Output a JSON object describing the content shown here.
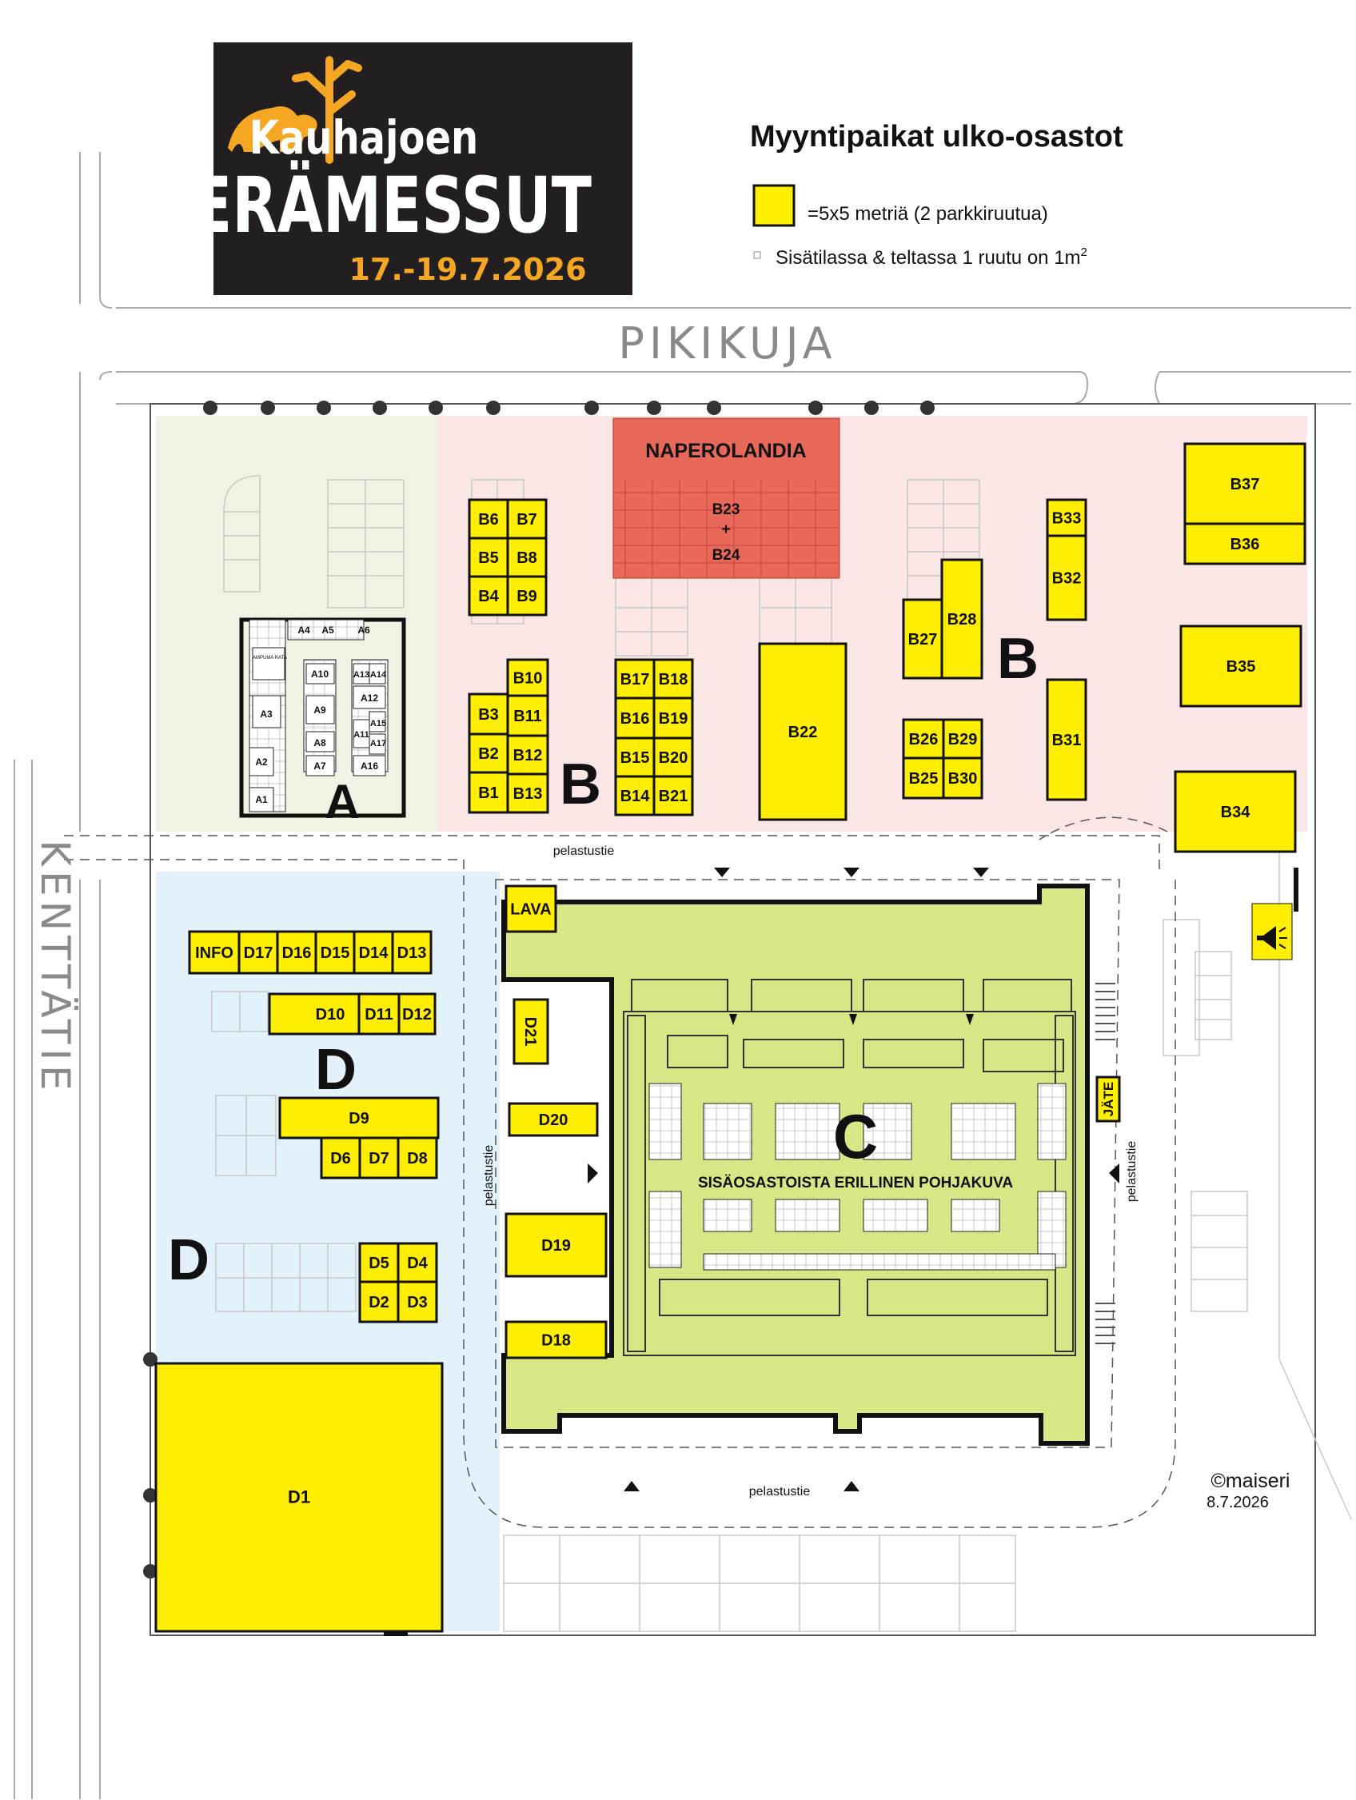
{
  "logo": {
    "line1": "Kauhajoen",
    "line2": "ERÄMESSUT",
    "dates": "17.-19.7.2026",
    "colors": {
      "bg": "#231f20",
      "text": "#ffffff",
      "accent": "#f5a623"
    }
  },
  "legend": {
    "title": "Myyntipaikat ulko-osastot",
    "big_square": "=5x5 metriä (2 parkkiruutua)",
    "small_square": "Sisätilassa & teltassa 1 ruutu on 1m",
    "small_square_sup": "2"
  },
  "roads": {
    "north": "PIKIKUJA",
    "west": "KENTTÄTIE"
  },
  "paths": {
    "top": "pelastustie",
    "left": "pelastustie",
    "right": "pelastustie",
    "bottom": "pelastustie"
  },
  "zones": {
    "A": "A",
    "B1": "B",
    "B2": "B",
    "C": "C",
    "D1": "D",
    "D2": "D",
    "naperolandia": "NAPEROLANDIA",
    "c_note": "SISÄOSASTOISTA ERILLINEN POHJAKUVA"
  },
  "stands": {
    "B6": "B6",
    "B7": "B7",
    "B5": "B5",
    "B8": "B8",
    "B4": "B4",
    "B9": "B9",
    "B10": "B10",
    "B3": "B3",
    "B11": "B11",
    "B2": "B2",
    "B12": "B12",
    "B1": "B1",
    "B13": "B13",
    "B17": "B17",
    "B18": "B18",
    "B16": "B16",
    "B19": "B19",
    "B15": "B15",
    "B20": "B20",
    "B14": "B14",
    "B21": "B21",
    "B22": "B22",
    "B23": "B23",
    "B23plus": "+",
    "B24": "B24",
    "B27": "B27",
    "B28": "B28",
    "B26": "B26",
    "B29": "B29",
    "B25": "B25",
    "B30": "B30",
    "B33": "B33",
    "B32": "B32",
    "B31": "B31",
    "B37": "B37",
    "B36": "B36",
    "B35": "B35",
    "B34": "B34",
    "INFO": "INFO",
    "D17": "D17",
    "D16": "D16",
    "D15": "D15",
    "D14": "D14",
    "D13": "D13",
    "D10": "D10",
    "D11": "D11",
    "D12": "D12",
    "D9": "D9",
    "D6": "D6",
    "D7": "D7",
    "D8": "D8",
    "D5": "D5",
    "D4": "D4",
    "D2": "D2",
    "D3": "D3",
    "D1": "D1",
    "LAVA": "LAVA",
    "D21": "D21",
    "D20": "D20",
    "D19": "D19",
    "D18": "D18",
    "JATE": "JÄTE",
    "A4": "A4",
    "A5": "A5",
    "A6": "A6",
    "A10": "A10",
    "A13": "A13",
    "A14": "A14",
    "A12": "A12",
    "A9": "A9",
    "A15": "A15",
    "A3": "A3",
    "A11": "A11",
    "A17": "A17",
    "A8": "A8",
    "A2": "A2",
    "A7": "A7",
    "A16": "A16",
    "A1": "A1",
    "ampuma": "AMPUMA RATA"
  },
  "credit": {
    "author": "©maiseri",
    "date": "8.7.2026"
  },
  "colors": {
    "stand": "#ffee00",
    "naperolandia": "#e8685a",
    "zoneA": "#eef3e4",
    "zoneB": "#fbe6e6",
    "zoneC": "#d9e685",
    "zoneD": "#e3f1fb"
  }
}
